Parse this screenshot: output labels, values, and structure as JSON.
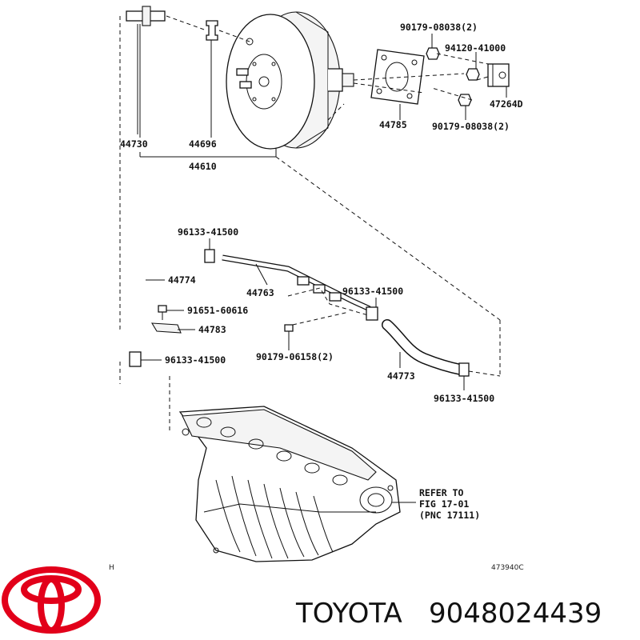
{
  "parts": {
    "p44730": "44730",
    "p44696": "44696",
    "p44610": "44610",
    "p90179_08038a": "90179-08038(2)",
    "p94120": "94120-41000",
    "p47264D": "47264D",
    "p44785": "44785",
    "p90179_08038b": "90179-08038(2)",
    "p96133_a": "96133-41500",
    "p44774": "44774",
    "p44763": "44763",
    "p96133_b": "96133-41500",
    "p91651": "91651-60616",
    "p44783": "44783",
    "p90179_06158": "90179-06158(2)",
    "p96133_c": "96133-41500",
    "p44773": "44773",
    "p96133_d": "96133-41500"
  },
  "refer": {
    "line1": "REFER TO",
    "line2": "FIG 17-01",
    "line3": "(PNC 17111)"
  },
  "corner_mark": "H",
  "figure_code": "473940C",
  "brand": {
    "name": "TOYOTA",
    "part_number": "9048024439",
    "logo_color": "#e2001a",
    "logo_icon": "toyota-logo-icon"
  }
}
